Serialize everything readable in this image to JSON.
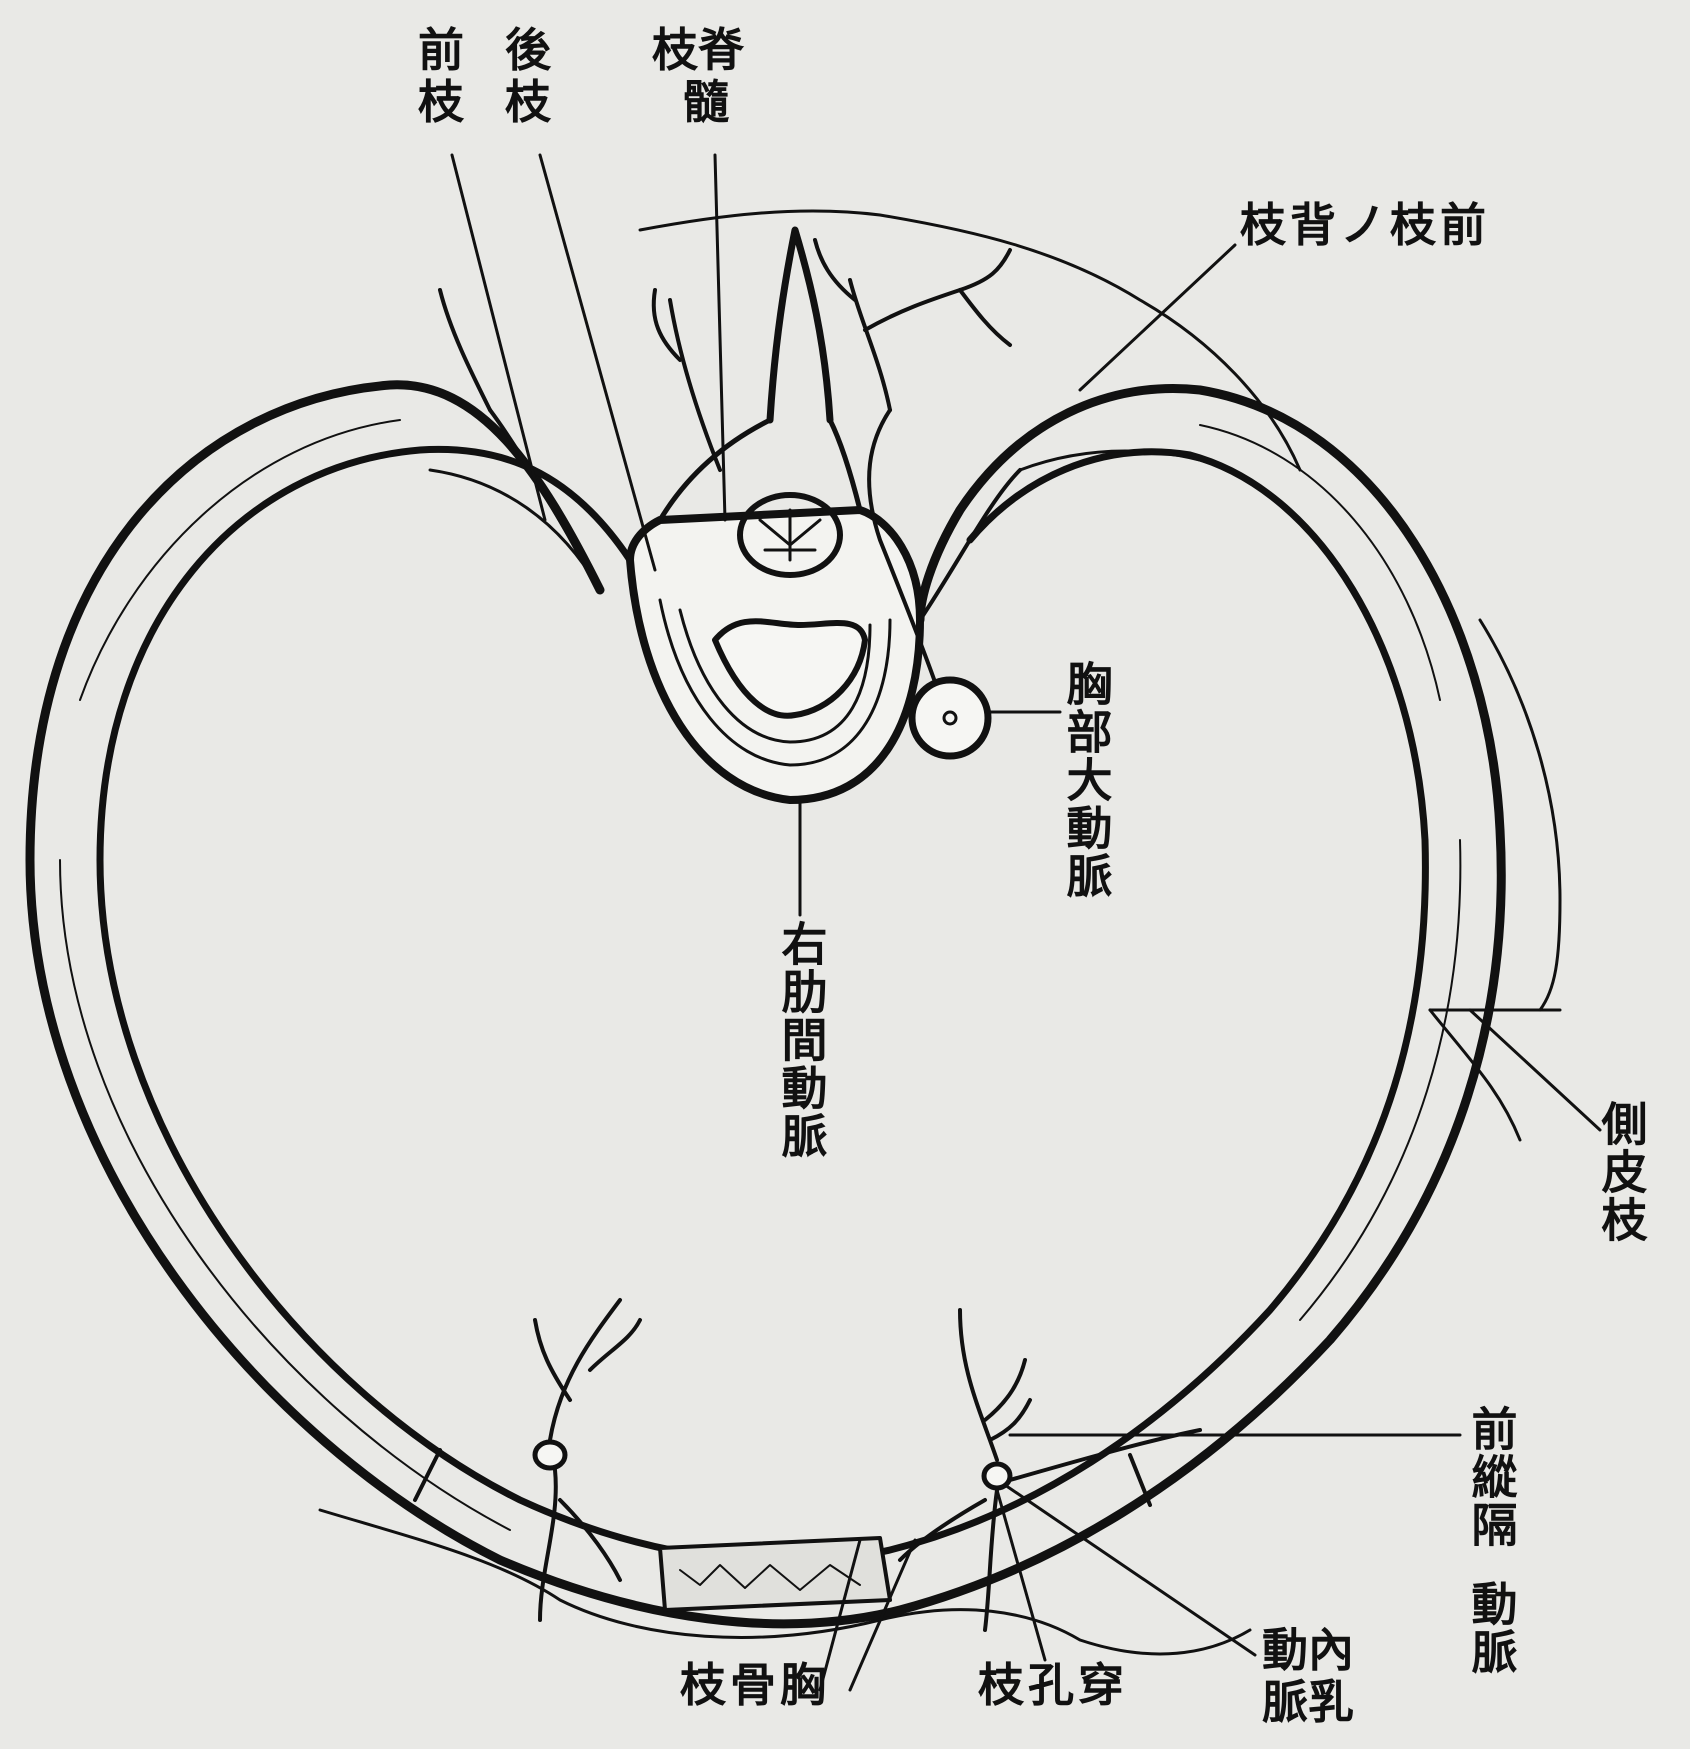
{
  "labels": {
    "anterior_branch": "前\n枝",
    "posterior_branch": "後\n枝",
    "spinal_branch": "枝脊\n 髓",
    "anterior_branch_of_dorsal": "枝背ノ枝前",
    "thoracic_aorta": "胸部大動脈",
    "right_intercostal_artery": "右肋間動脈",
    "lateral_cutaneous_branch": "側皮枝",
    "anterior_mediastinal_artery_1": "前縱隔",
    "anterior_mediastinal_artery_2": "動脈",
    "sternal_branch": "枝骨胸",
    "perforating_branch": "枝孔穿",
    "internal_mammary_artery": "動內\n脈乳"
  },
  "colors": {
    "ink": "#111111",
    "paper": "#e9e9e6",
    "bone_fill": "#f3f3f0"
  }
}
